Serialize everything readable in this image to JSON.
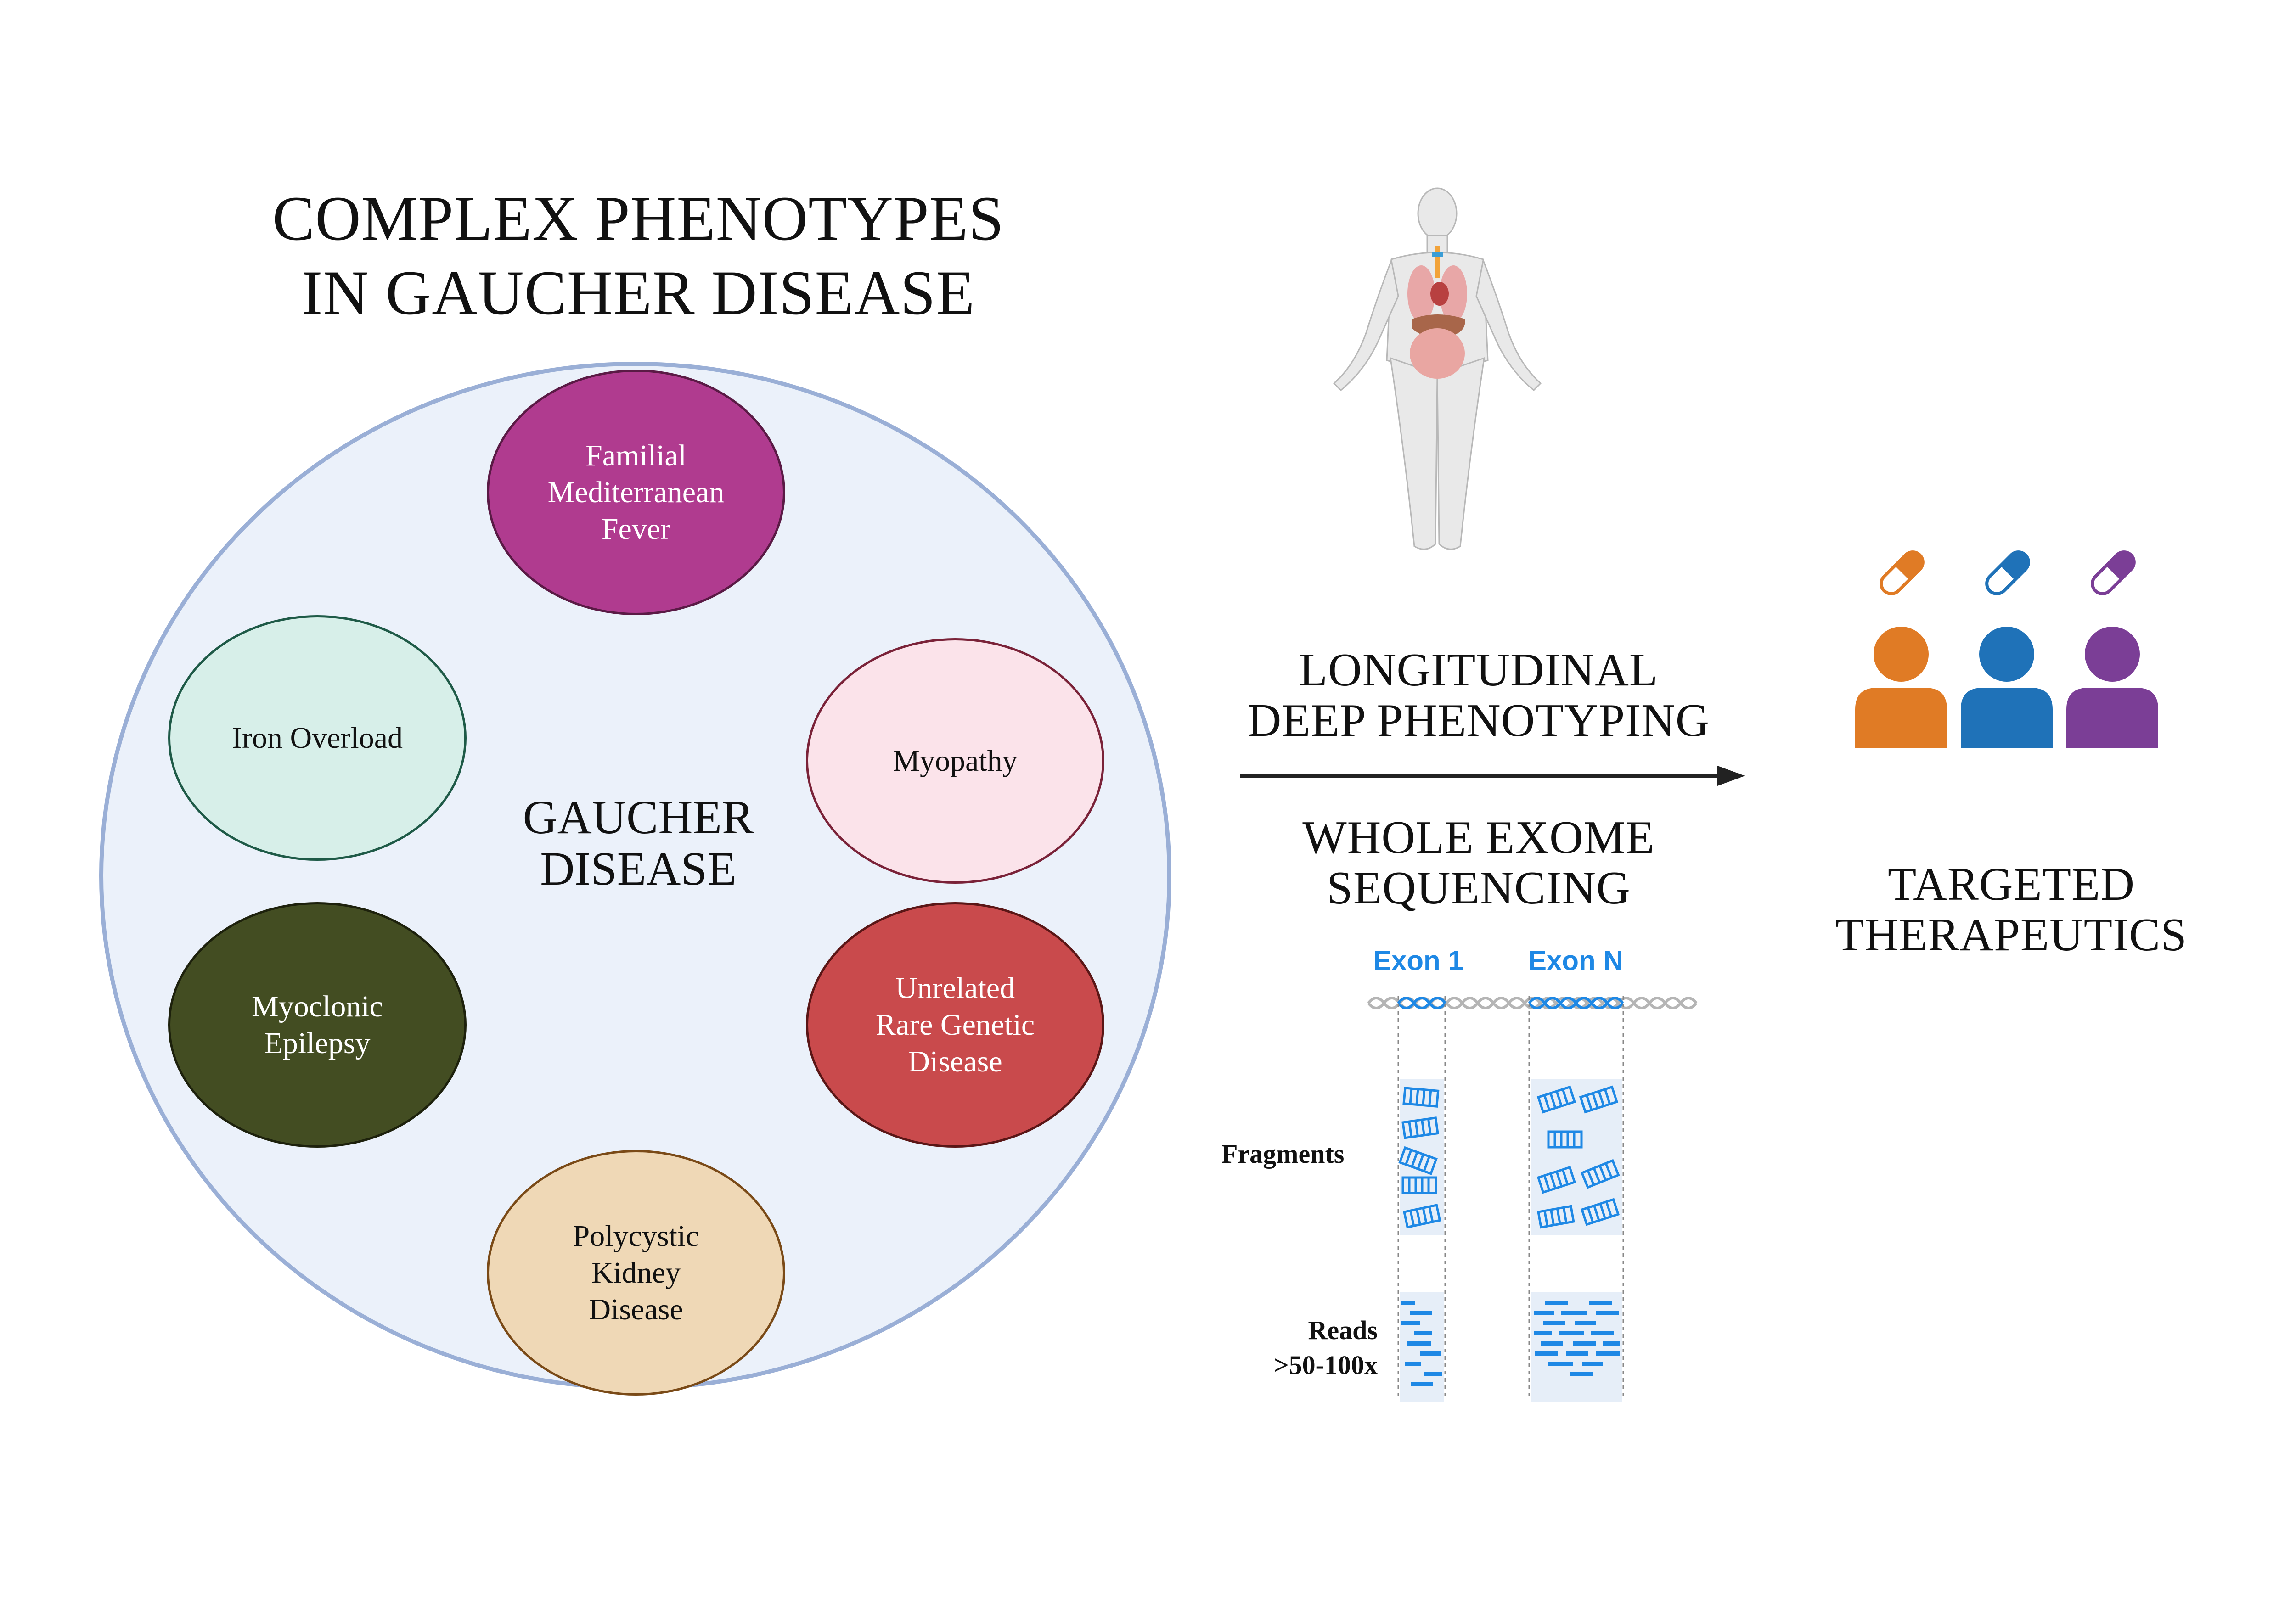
{
  "title": {
    "line1": "COMPLEX PHENOTYPES",
    "line2": "IN GAUCHER DISEASE"
  },
  "center": {
    "line1": "GAUCHER",
    "line2": "DISEASE"
  },
  "phenotypes": [
    {
      "lines": [
        "Familial",
        "Mediterranean",
        "Fever"
      ],
      "color": "#b03b8f"
    },
    {
      "lines": [
        "Myopathy"
      ],
      "color": "#fbe3ea"
    },
    {
      "lines": [
        "Unrelated",
        "Rare Genetic",
        "Disease"
      ],
      "color": "#c94a4c"
    },
    {
      "lines": [
        "Polycystic",
        "Kidney",
        "Disease"
      ],
      "color": "#efd8b6"
    },
    {
      "lines": [
        "Myoclonic",
        "Epilepsy"
      ],
      "color": "#434d22"
    },
    {
      "lines": [
        "Iron Overload"
      ],
      "color": "#d7efe9"
    }
  ],
  "process": {
    "top": {
      "line1": "LONGITUDINAL",
      "line2": "DEEP PHENOTYPING"
    },
    "bottom": {
      "line1": "WHOLE EXOME",
      "line2": "SEQUENCING"
    }
  },
  "sequencing": {
    "exon1": "Exon 1",
    "exonN": "Exon N",
    "fragments": "Fragments",
    "reads_line1": "Reads",
    "reads_line2": ">50-100x",
    "color": "#1e88e5"
  },
  "outcome": {
    "line1": "TARGETED",
    "line2": "THERAPEUTICS"
  },
  "people_colors": [
    "#e07b25",
    "#1f72b8",
    "#7b3e96"
  ],
  "icons": [
    "human-body-anatomy-icon",
    "capsule-icon",
    "person-icon",
    "dna-helix-icon"
  ]
}
